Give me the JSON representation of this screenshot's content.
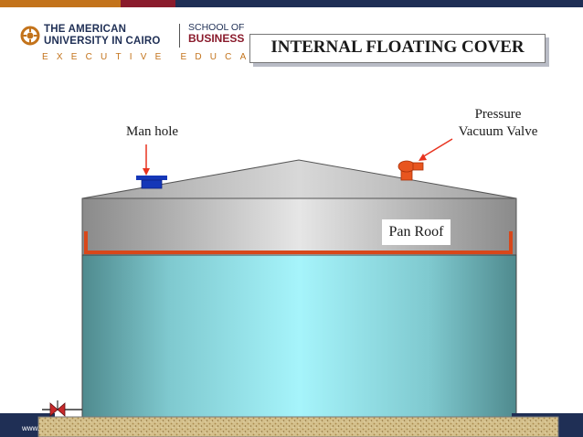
{
  "header": {
    "university_line1": "THE AMERICAN",
    "university_line2": "UNIVERSITY IN CAIRO",
    "school_line1": "SCHOOL OF",
    "school_line2": "BUSINESS",
    "exec_education": "EXECUTIVE EDUCATION"
  },
  "slide": {
    "title": "INTERNAL FLOATING COVER"
  },
  "labels": {
    "man_hole": "Man hole",
    "pressure_line1": "Pressure",
    "pressure_line2": "Vacuum Valve",
    "pan_roof": "Pan Roof"
  },
  "footer": {
    "url": "www."
  },
  "colors": {
    "navy": "#1f2f55",
    "orange_accent": "#c3731b",
    "roof_pan": "#e8551f",
    "manhole": "#1537b8",
    "valve": "#e8551f",
    "tank_liquid": "#9eeef6",
    "roof_gray": "#b5b5b5",
    "foundation": "#d9c79a"
  },
  "icons": {
    "university_emblem": "auc-emblem-icon",
    "drain_valve": "gate-valve-icon"
  }
}
